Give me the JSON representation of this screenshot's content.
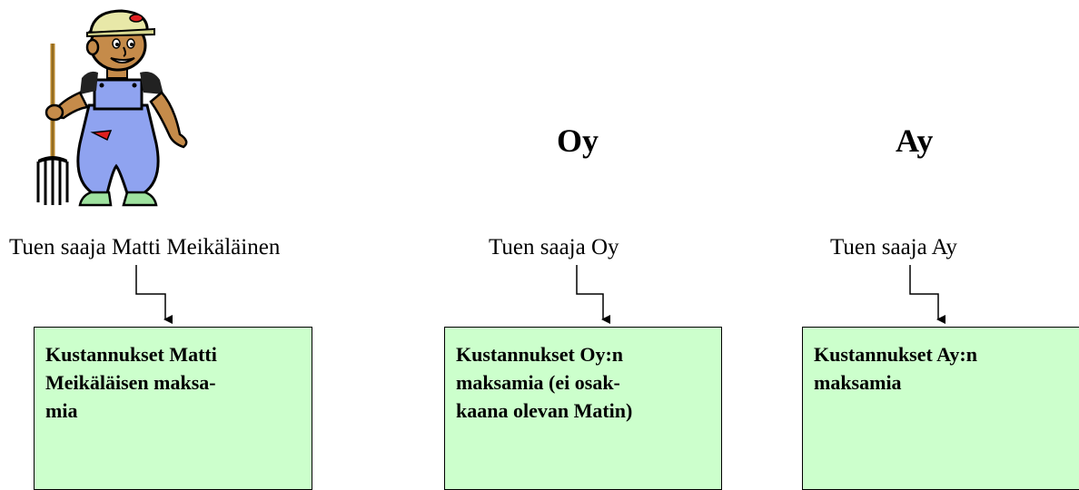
{
  "entities": [
    {
      "title": "",
      "recipient": "Tuen saaja Matti Meikäläinen",
      "costs_lines": [
        "Kustannukset Matti",
        "Meikäläisen maksa-",
        "mia"
      ]
    },
    {
      "title": "Oy",
      "recipient": "Tuen saaja Oy",
      "costs_lines": [
        "Kustannukset Oy:n",
        "maksamia (ei osak-",
        "kaana olevan Matin)"
      ]
    },
    {
      "title": "Ay",
      "recipient": "Tuen saaja Ay",
      "costs_lines": [
        "Kustannukset Ay:n",
        "maksamia"
      ]
    }
  ],
  "colors": {
    "box_fill": "#ccffcc",
    "overalls": "#8fa3f0",
    "skin": "#c58b4a",
    "hat": "#e8e8a8"
  },
  "icons": {
    "person": "farmer-clipart-icon"
  }
}
